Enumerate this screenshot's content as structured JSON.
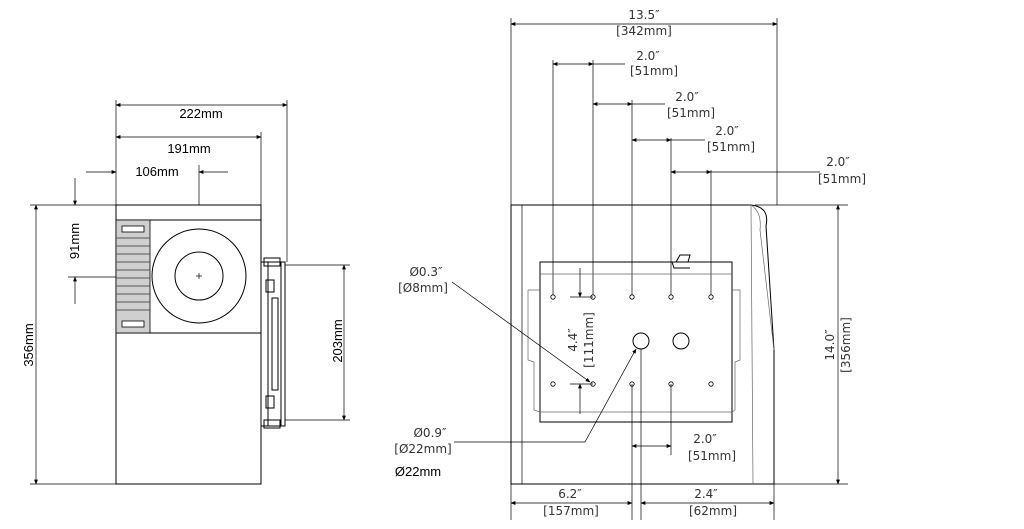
{
  "left_view": {
    "overall_width": "222mm",
    "inner_width": "191mm",
    "center_offset": "106mm",
    "top_offset": "91mm",
    "height": "356mm",
    "mount_height": "203mm"
  },
  "right_view": {
    "overall_width": {
      "inch": "13.5″",
      "mm": "[342mm]"
    },
    "spacings": [
      {
        "inch": "2.0″",
        "mm": "[51mm]"
      },
      {
        "inch": "2.0″",
        "mm": "[51mm]"
      },
      {
        "inch": "2.0″",
        "mm": "[51mm]"
      },
      {
        "inch": "2.0″",
        "mm": "[51mm]"
      }
    ],
    "hole_small": {
      "inch": "Ø0.3″",
      "mm": "[Ø8mm]"
    },
    "vertical_pitch": {
      "inch": "4.4″",
      "mm": "[111mm]"
    },
    "hole_large": {
      "inch": "Ø0.9″",
      "mm": "[Ø22mm]"
    },
    "hole_large_note": "Ø22mm",
    "height": {
      "inch": "14.0″",
      "mm": "[356mm]"
    },
    "bottom_spacing": {
      "inch": "2.0″",
      "mm": "[51mm]"
    },
    "bottom_left": {
      "inch": "6.2″",
      "mm": "[157mm]"
    },
    "bottom_right": {
      "inch": "2.4″",
      "mm": "[62mm]"
    }
  }
}
